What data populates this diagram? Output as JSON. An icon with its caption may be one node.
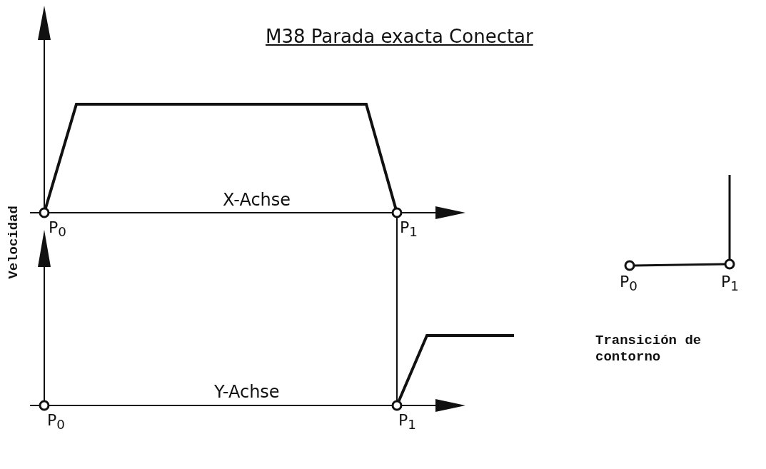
{
  "diagram": {
    "title": "M38 Parada exacta Conectar",
    "labels": [
      "X-Achse",
      "P$_{0}$",
      "P$_{1}$",
      "Velocidad",
      "Y-Achse",
      "P$_{0}$",
      "P$_{1}$",
      "P$_{0}$",
      "P$_{1}$",
      "Transición de contorno"
    ]
  }
}
